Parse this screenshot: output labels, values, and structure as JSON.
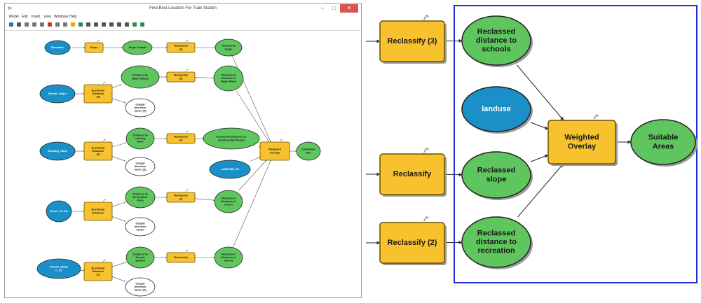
{
  "window": {
    "title": "Find Best Location For Train Station",
    "min_label": "–",
    "max_label": "□",
    "close_label": "✕",
    "icon_name": "model-builder-icon"
  },
  "menu": [
    "Model",
    "Edit",
    "Insert",
    "View",
    "Windows",
    "Help"
  ],
  "toolbar_icons": [
    "save-icon",
    "print-icon",
    "cut-icon",
    "copy-icon",
    "paste-icon",
    "delete-icon",
    "undo-icon",
    "redo-icon",
    "add-data-icon",
    "auto-layout-icon",
    "full-extent-icon",
    "zoom-in-icon",
    "zoom-out-icon",
    "pan-icon",
    "select-icon",
    "connect-icon",
    "validate-icon",
    "run-icon"
  ],
  "colors": {
    "input_data": "#1a8fc8",
    "tool": "#f7c22e",
    "derived_data": "#5fc65f",
    "output_unfilled": "#ffffff",
    "selection_box": "#1d2fd6"
  },
  "left_model": {
    "input_nodes": [
      {
        "id": "elev",
        "label": "Elevation"
      },
      {
        "id": "sm",
        "label": "Streets_Major"
      },
      {
        "id": "er",
        "label": "Existing_Rails"
      },
      {
        "id": "gp",
        "label": "Green_Pa rks"
      },
      {
        "id": "ts",
        "label": "Transit_Statio n_S1"
      },
      {
        "id": "lu",
        "label": "LANDUSE_S1"
      }
    ],
    "tool_nodes": [
      {
        "id": "slope",
        "label": "Slope"
      },
      {
        "id": "rc3",
        "label": "Reclassify (3)"
      },
      {
        "id": "ed4",
        "label": "Euclidean Distance (4)"
      },
      {
        "id": "rc5",
        "label": "Reclassify (5)"
      },
      {
        "id": "ed3",
        "label": "Euclidean Distance (3)"
      },
      {
        "id": "rc4",
        "label": "Reclassify (4)"
      },
      {
        "id": "ed",
        "label": "Euclidean Distance"
      },
      {
        "id": "rc2",
        "label": "Reclassify (2)"
      },
      {
        "id": "ed2",
        "label": "Euclidean Distance (2)"
      },
      {
        "id": "rc",
        "label": "Reclassify"
      },
      {
        "id": "wo",
        "label": "Weighted Overlay"
      }
    ],
    "data_nodes": [
      {
        "id": "so",
        "label": "Slope Output"
      },
      {
        "id": "rslope",
        "label": "Reclassed Slope"
      },
      {
        "id": "dmr",
        "label": "Distance to Major Roads"
      },
      {
        "id": "rdmr",
        "label": "Reclassed Distance to Major Road"
      },
      {
        "id": "der",
        "label": "Distance to existing Rails"
      },
      {
        "id": "rder",
        "label": "Reclassed Distance to Existing Rail Roads"
      },
      {
        "id": "drs",
        "label": "Distance to Recreation Sites"
      },
      {
        "id": "rdg",
        "label": "Reclassed Distance to Green"
      },
      {
        "id": "dts",
        "label": "Distance to Transit Station"
      },
      {
        "id": "rdt",
        "label": "Reclassed Distance to transit"
      },
      {
        "id": "cs",
        "label": "Candidate Site"
      }
    ],
    "output_nodes": [
      {
        "id": "odr4",
        "label": "Output direction raster (4)"
      },
      {
        "id": "odr3",
        "label": "Output direction raster (3)"
      },
      {
        "id": "odr",
        "label": "Output direction raster"
      },
      {
        "id": "odr2",
        "label": "Output direction raster (2)"
      }
    ]
  },
  "right_model": {
    "tools_outside": [
      {
        "id": "r_rc3",
        "label": "Reclassify (3)"
      },
      {
        "id": "r_rc",
        "label": "Reclassify"
      },
      {
        "id": "r_rc2",
        "label": "Reclassify (2)"
      }
    ],
    "data": [
      {
        "id": "r_sch",
        "label": "Reclassed distance to schools"
      },
      {
        "id": "r_slope",
        "label": "Reclassed slope"
      },
      {
        "id": "r_rec",
        "label": "Reclassed distance to recreation"
      },
      {
        "id": "r_out",
        "label": "Suitable Areas"
      }
    ],
    "input": {
      "id": "r_lu",
      "label": "landuse"
    },
    "overlay": {
      "id": "r_wo",
      "label": "Weighted Overlay"
    }
  }
}
